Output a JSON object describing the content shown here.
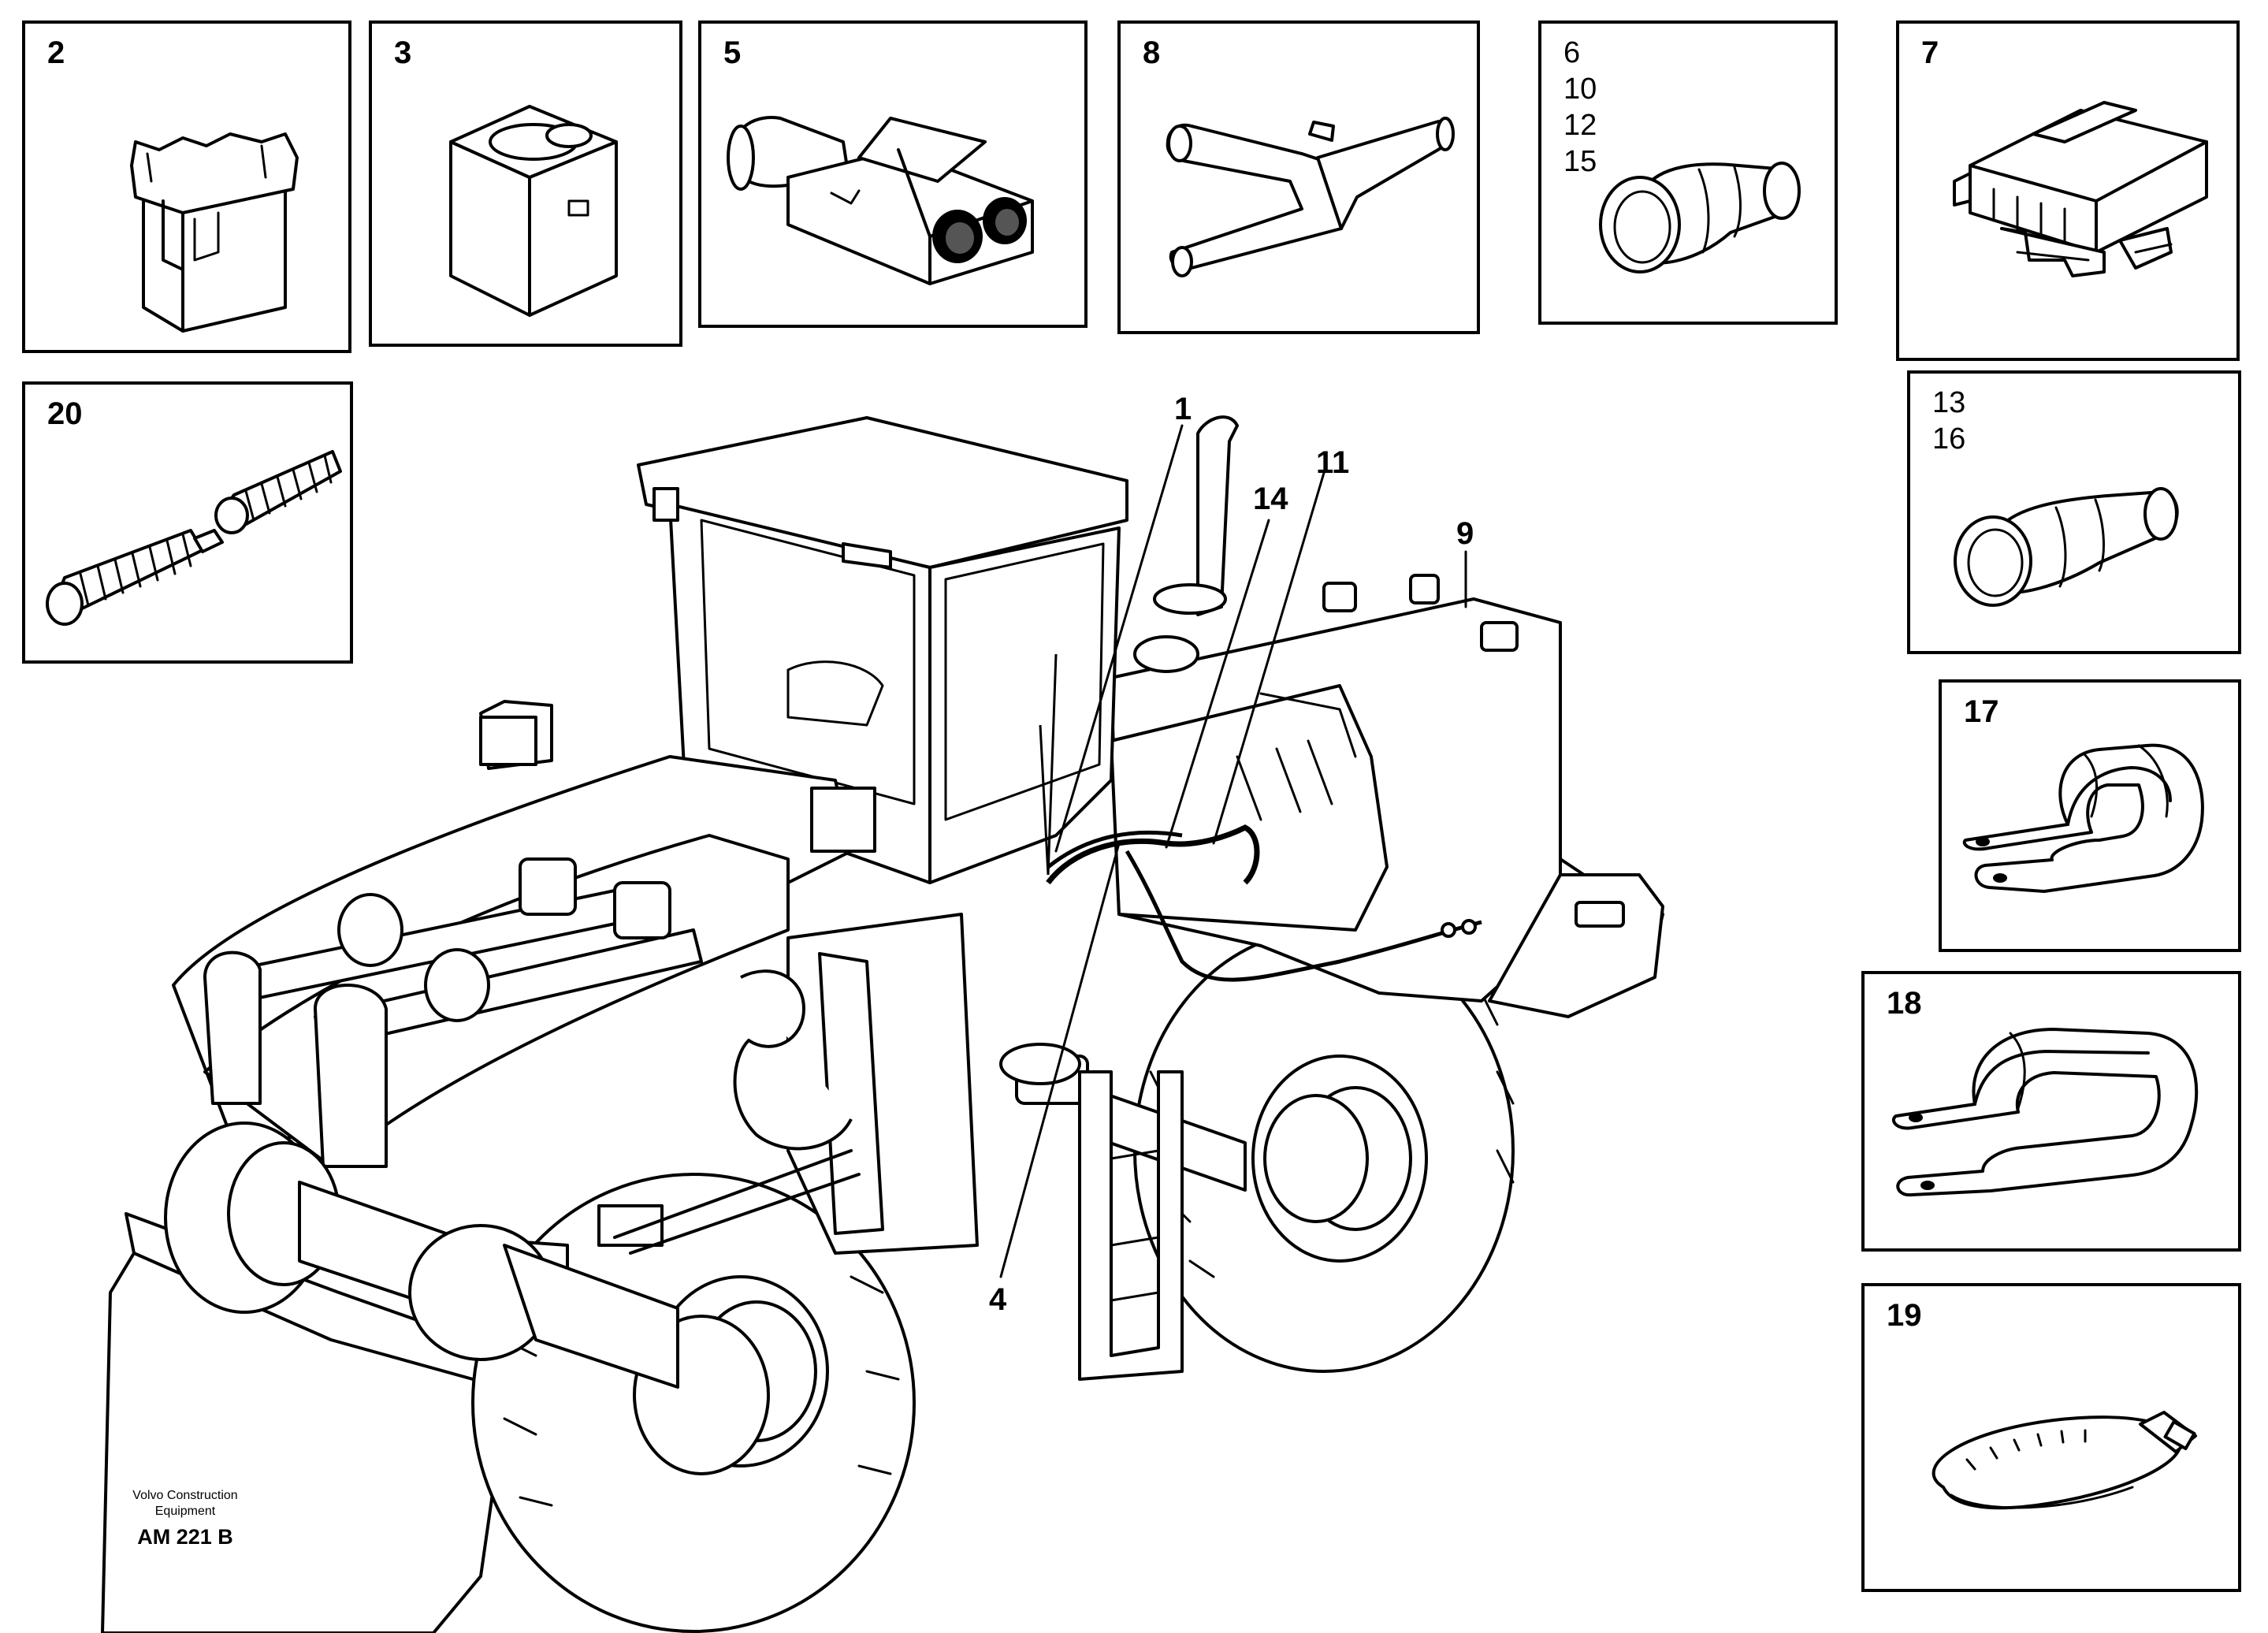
{
  "panels": [
    {
      "id": "p2",
      "label": "2",
      "part": "connector-housing-icon"
    },
    {
      "id": "p3",
      "label": "3",
      "part": "connector-socket-icon"
    },
    {
      "id": "p5",
      "label": "5",
      "part": "two-pin-connector-icon"
    },
    {
      "id": "p8",
      "label": "8",
      "part": "y-branch-tube-icon"
    },
    {
      "id": "p6",
      "label": "6\n10\n12\n15",
      "part": "rubber-boot-icon"
    },
    {
      "id": "p7",
      "label": "7",
      "part": "multi-pin-connector-icon"
    },
    {
      "id": "p20",
      "label": "20",
      "part": "corrugated-conduit-icon"
    },
    {
      "id": "p13",
      "label": "13\n16",
      "part": "rubber-boot-icon"
    },
    {
      "id": "p17",
      "label": "17",
      "part": "p-clamp-icon"
    },
    {
      "id": "p18",
      "label": "18",
      "part": "p-clamp-large-icon"
    },
    {
      "id": "p19",
      "label": "19",
      "part": "cable-tie-icon"
    }
  ],
  "callouts": {
    "c1": "1",
    "c14": "14",
    "c11": "11",
    "c9": "9",
    "c4": "4"
  },
  "credit": {
    "line1": "Volvo Construction",
    "line2": "Equipment",
    "code": "AM 221 B"
  },
  "main_illustration": "wheel-loader-icon"
}
